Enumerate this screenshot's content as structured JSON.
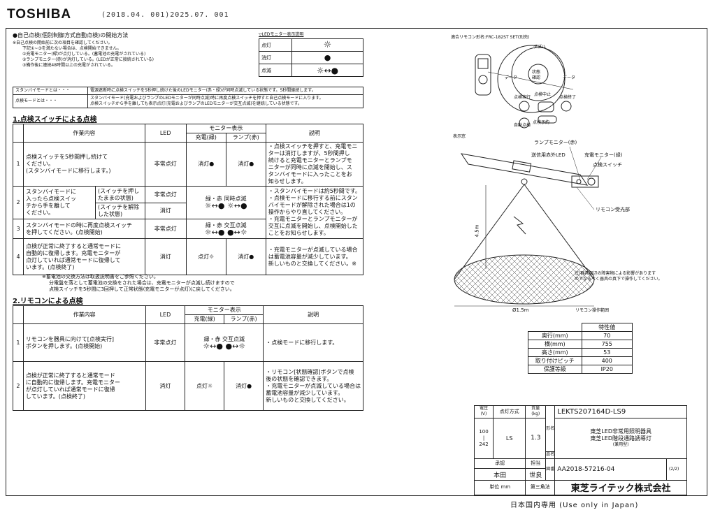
{
  "header": {
    "brand": "TOSHIBA",
    "date_code": "(2018.04. 001)2025.07. 001"
  },
  "intro": {
    "title": "●自己点検(個別制御方式自動点検)の開始方法",
    "lines": [
      "※自己点検の開始前に次の項目を確認してください。",
      "下記①~③を満たない場合は、点検開始できません。",
      "①充電モニター(緑)が点灯している。(蓄電池の充電がされている)",
      "②ランプモニター(赤)が消灯している。(LEDが正常に接続されている)",
      "③備作後に連続48時間以上の充電がされている。"
    ]
  },
  "led_legend": {
    "title": "▽LEDモニター表示説明",
    "rows": [
      {
        "label": "点灯",
        "sym": "☼"
      },
      {
        "label": "消灯",
        "sym": "●"
      },
      {
        "label": "点滅",
        "sym": "☼↔●"
      }
    ]
  },
  "defs": [
    {
      "term": "スタンバイモードとは・・・",
      "desc": "電源遮断時に点検スイッチを5秒押し続けた後のLEDモニター(赤・緑)が同時点滅している状態です。5秒間継続します。"
    },
    {
      "term": "点検モードとは・・・",
      "desc": "スタンバイモード(充電およびランプのLEDモニターが同時点滅)時に再度点検スイッチを押すと自己点検モードに入ります。\n点検スイッチから手を離しても表示点灯(充電およびランプのLEDモニターが交互点滅)を継続している状態です。"
    }
  ],
  "s1": {
    "title": "1.点検スイッチによる点検",
    "h_work": "作業内容",
    "h_led": "LED",
    "h_mon": "モニター表示",
    "h_chg": "充電(緑)",
    "h_lamp": "ランプ(赤)",
    "h_desc": "説明",
    "rows": [
      {
        "n": "1",
        "work": "点検スイッチを5秒間押し続けて\nください。\n(スタンバイモードに移行します。)",
        "led": "非常点灯",
        "chg": "消灯●",
        "lamp": "消灯●",
        "desc": "・点検スイッチを押すと、充電モニ\nターは消灯しますが、5秒間押し\n続けると充電モニターとランプモ\nニターが同時に点滅を開始し、ス\nタンバイモードに入ったことをお\n知らせします。"
      },
      {
        "n": "2",
        "work_a": "スタンバイモードに\n入ったら点検スイッ\nチから手を離して\nください。",
        "sub1": "(スイッチを押し\nたままの状態)",
        "sub1_led": "非常点灯",
        "sub2": "(スイッチを解除\nした状態)",
        "sub2_led": "消灯",
        "mon_t": "緑・赤 同時点滅",
        "mon_s": "☼↔● ☼↔●",
        "desc": "・スタンバイモードは約5秒間です。\n・点検モードに移行する前にスタン\nバイモードが解除された場合は1の\n操作からやり直してください。\n・充電モニターとランプモニターが\n交互に点滅を開始し、点検開始した\nことをお知らせします。"
      },
      {
        "n": "3",
        "work": "スタンバイモードの時に再度点検スイッチ\nを押してください。(点検開始)",
        "led": "非常点灯",
        "mon_t": "緑・赤 交互点滅",
        "mon_s": "☼↔● ●↔☼"
      },
      {
        "n": "4",
        "work": "点検が正常に終了すると通常モードに\n自動的に復帰します。充電モニターが\n点灯していれば通常モードに復帰して\nいます。(点検終了)",
        "led": "消灯",
        "chg": "点灯☼",
        "lamp": "消灯●",
        "desc": "・充電モニターが点滅している場合\nは蓄電池容量が減少しています。\n新しいものと交換してください。※"
      }
    ]
  },
  "notes": [
    "※蓄電池の交換方法は取扱説明書をご参照ください。",
    "分電盤を落として蓄電池の交換をされた場合は、充電モニターが点滅し続けますので",
    "点検スイッチを5秒間に3回押して正常状態(充電モニターが点灯)に戻してください。"
  ],
  "s2": {
    "title": "2.リモコンによる点検",
    "h_work": "作業内容",
    "h_led": "LED",
    "h_mon": "モニター表示",
    "h_chg": "充電(緑)",
    "h_lamp": "ランプ(赤)",
    "h_desc": "説明",
    "rows": [
      {
        "n": "1",
        "work": "リモコンを器具に向けて[点検実行]\nボタンを押します。(点検開始)",
        "led": "非常点灯",
        "mon_t": "緑・赤 交互点滅",
        "mon_s": "☼↔● ●↔☼",
        "desc": "・点検モードに移行します。"
      },
      {
        "n": "2",
        "work": "点検が正常に終了すると通常モード\nに自動的に復帰します。充電モニター\nが点灯していれば通常モードに復帰\nしています。(点検終了)",
        "led": "消灯",
        "chg": "点灯☼",
        "lamp": "消灯●",
        "desc": "・リモコン[状態確認]ボタンで点検\n後の状態を確認できます。\n・充電モニターが点滅している場合は\n蓄電池容量が減少しています。\n新しいものと交換してください。"
      }
    ]
  },
  "remote": {
    "title": "適合リモコン形名:FRC-182ST SET(別売)",
    "btn_state": "状態\n確認",
    "lbl_top": "ダブル",
    "lbl_l": "データ",
    "lbl_r": "データ",
    "lbl_1": "点検実行",
    "lbl_2": "点検中止",
    "lbl_3": "点検終了",
    "lbl_4": "自動点検",
    "lbl_5": "点検予約"
  },
  "fixture": {
    "side_label": "表示窓",
    "lamp_mon": "ランプモニター(赤)",
    "ir_led": "送信用赤外LED",
    "chg_mon": "充電モニター(緑)",
    "switch": "点検スイッチ",
    "receiver": "リモコン受光部",
    "height": "4.5m",
    "diameter": "Ø1.5m",
    "area": "リモコン操作範囲",
    "note": "注)器具周辺の障害物による影響があります\nのでなるべく器具の真下で操作してください。"
  },
  "spec": {
    "h": "特性値",
    "rows": [
      [
        "奥行(mm)",
        "70"
      ],
      [
        "横(mm)",
        "755"
      ],
      [
        "高さ(mm)",
        "53"
      ],
      [
        "取り付けピッチ",
        "400"
      ],
      [
        "保護等級",
        "IP20"
      ]
    ]
  },
  "title_block": {
    "h_voltage": "電圧\n(V)",
    "h_method": "点灯方式",
    "h_mass": "質量\n(kg)",
    "voltage": "100\n|\n242",
    "method": "LS",
    "mass": "1.3",
    "model": "LEKTS207164D-LS9",
    "k_form": "形名",
    "k_product": "品名",
    "product": "東芝LED非常用照明器具\n東芝LED階段通路誘導灯",
    "product_sub": "(兼用型)",
    "h_approve": "承認",
    "h_charge": "担当",
    "approve": "本田",
    "charge": "世良",
    "k_drawing": "図番",
    "drawing": "AA2018-57216-04",
    "sheet": "(2/2)",
    "unit": "単位 mm",
    "angle": "第三角法",
    "company": "東芝ライテック株式会社"
  },
  "footer": "日本国内専用 (Use only in Japan)"
}
